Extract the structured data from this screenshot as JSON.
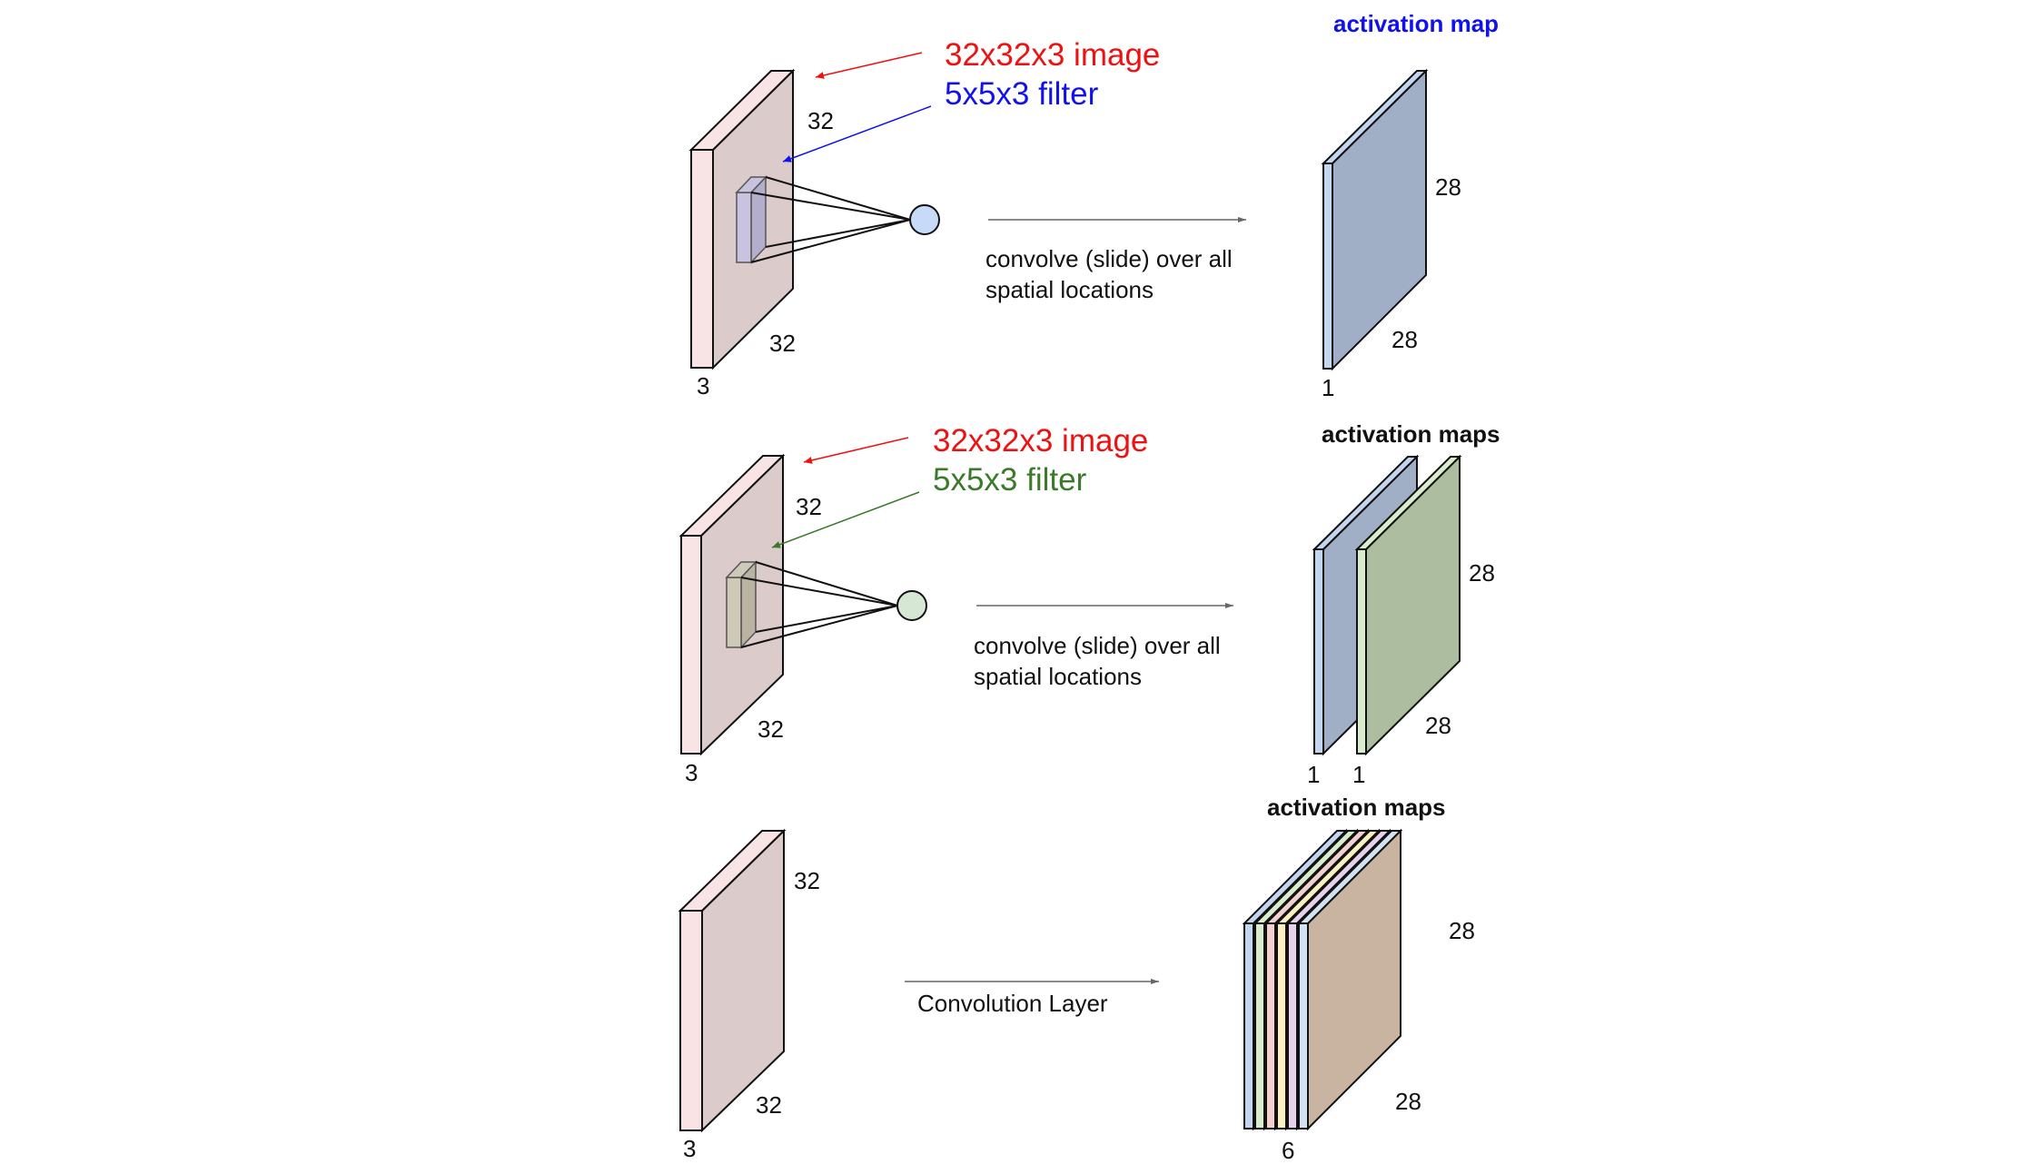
{
  "colors": {
    "image_front": "#dccbcb",
    "image_side": "#f8e4e4",
    "red": "#ee1111",
    "blue": "#1111ee",
    "green": "#3a7a2a",
    "map_blue": "#a1afc6",
    "map_blue_side": "#c4d5ef",
    "map_green": "#adbd9f",
    "map_green_side": "#d9eccc",
    "neuron_blue": "#c7daf7",
    "neuron_green": "#d6e8d4",
    "filter_blue": "#b3aecb",
    "filter_green": "#b9b3a2",
    "map_tan": "#c8b4a0",
    "stack_colors": [
      "#c4d5ef",
      "#d9eccc",
      "#f4cfcf",
      "#faf0bf",
      "#e6d2ec",
      "#d3e2f2"
    ]
  },
  "panel1": {
    "image_label": "32x32x3 image",
    "filter_label": "5x5x3 filter",
    "dim_top": "32",
    "dim_bottom": "32",
    "depth": "3",
    "op_line1": "convolve (slide) over all",
    "op_line2": "spatial locations",
    "map_title": "activation map",
    "map_dim_top": "28",
    "map_dim_bottom": "28",
    "map_depth": "1"
  },
  "panel2": {
    "image_label": "32x32x3 image",
    "filter_label": "5x5x3 filter",
    "dim_top": "32",
    "dim_bottom": "32",
    "depth": "3",
    "op_line1": "convolve (slide) over all",
    "op_line2": "spatial locations",
    "map_title": "activation maps",
    "map_dim_top": "28",
    "map_dim_bottom": "28",
    "map_depth_1": "1",
    "map_depth_2": "1"
  },
  "panel3": {
    "dim_top": "32",
    "dim_bottom": "32",
    "depth": "3",
    "op_label": "Convolution Layer",
    "map_title": "activation maps",
    "map_dim_top": "28",
    "map_dim_bottom": "28",
    "map_depth": "6"
  }
}
